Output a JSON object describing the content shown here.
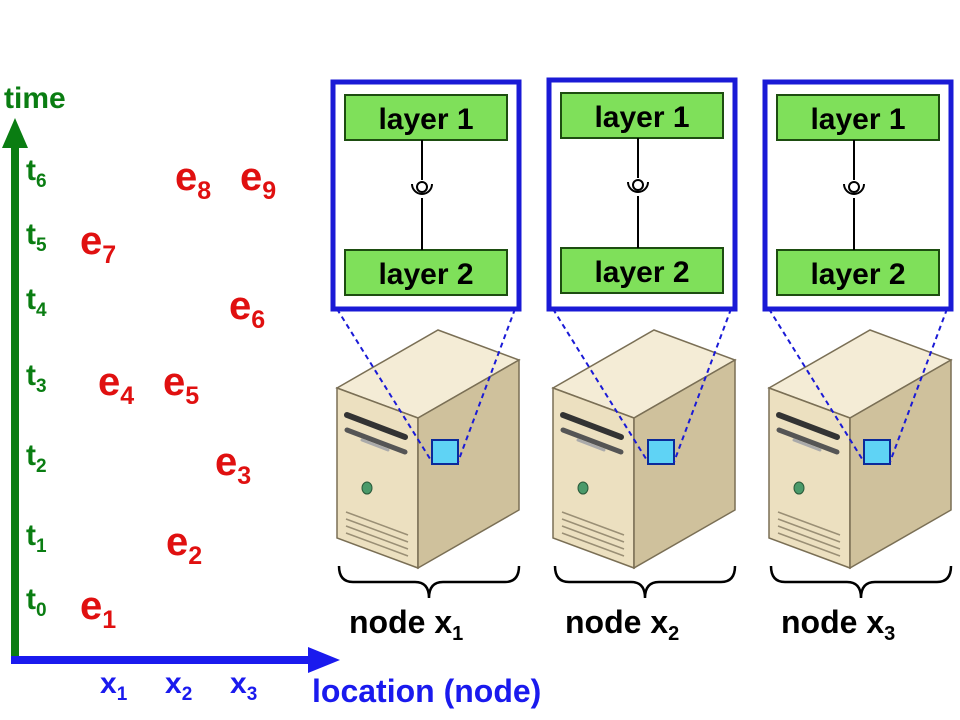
{
  "axes": {
    "time_label": "time",
    "location_label": "location (node)",
    "time_ticks": [
      {
        "base": "t",
        "sub": "6"
      },
      {
        "base": "t",
        "sub": "5"
      },
      {
        "base": "t",
        "sub": "4"
      },
      {
        "base": "t",
        "sub": "3"
      },
      {
        "base": "t",
        "sub": "2"
      },
      {
        "base": "t",
        "sub": "1"
      },
      {
        "base": "t",
        "sub": "0"
      }
    ],
    "location_ticks": [
      {
        "base": "x",
        "sub": "1"
      },
      {
        "base": "x",
        "sub": "2"
      },
      {
        "base": "x",
        "sub": "3"
      }
    ]
  },
  "events": [
    {
      "base": "e",
      "sub": "1",
      "time": 0,
      "location": 1
    },
    {
      "base": "e",
      "sub": "2",
      "time": 1,
      "location": 2
    },
    {
      "base": "e",
      "sub": "3",
      "time": 2,
      "location": 3
    },
    {
      "base": "e",
      "sub": "4",
      "time": 3,
      "location": 1
    },
    {
      "base": "e",
      "sub": "5",
      "time": 3,
      "location": 2
    },
    {
      "base": "e",
      "sub": "6",
      "time": 4,
      "location": 3
    },
    {
      "base": "e",
      "sub": "7",
      "time": 5,
      "location": 1
    },
    {
      "base": "e",
      "sub": "8",
      "time": 6,
      "location": 2
    },
    {
      "base": "e",
      "sub": "9",
      "time": 6,
      "location": 3
    }
  ],
  "nodes": [
    {
      "label": "node x",
      "sub": "1",
      "layers": [
        "layer 1",
        "layer 2"
      ]
    },
    {
      "label": "node x",
      "sub": "2",
      "layers": [
        "layer 1",
        "layer 2"
      ]
    },
    {
      "label": "node x",
      "sub": "3",
      "layers": [
        "layer 1",
        "layer 2"
      ]
    }
  ],
  "colors": {
    "time_axis": "#0a7d12",
    "location_axis": "#1a1aee",
    "event": "#e01010",
    "layer_fill": "#7fe05a",
    "frame": "#1a1ad6",
    "port": "#5fd3f5",
    "server_front": "#ece0c0",
    "server_side": "#cfc19c",
    "server_top": "#f4ecd6"
  }
}
